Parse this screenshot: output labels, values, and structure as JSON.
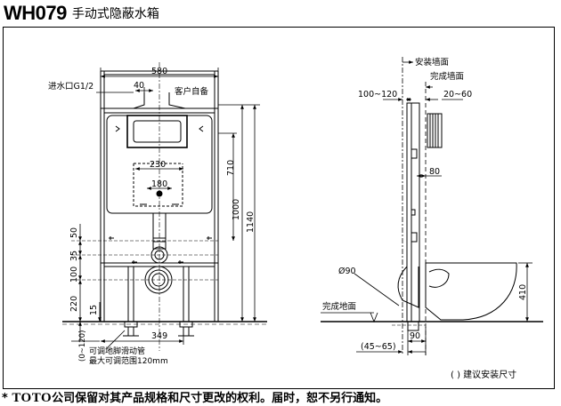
{
  "header": {
    "model": "WH079",
    "product_name": "手动式隐蔽水箱"
  },
  "front_view": {
    "dims": {
      "overall_width": "580",
      "inlet_offset": "40",
      "inlet_label": "进水口G1/2",
      "customer_supplied": "客户自备",
      "outlet_spacing": "230",
      "center_spacing": "180",
      "height_710": "710",
      "height_1000": "1000",
      "height_1140": "1140",
      "d50": "50",
      "d35": "35",
      "d100": "100",
      "d220": "220",
      "d15": "15",
      "d0_120": "(0~120)",
      "d349": "349"
    },
    "note_line1": "可调地脚滑动管",
    "note_line2": "最大可调范围120mm"
  },
  "side_view": {
    "dims": {
      "install_wall": "安装墙面",
      "finish_wall": "完成墙面",
      "d100_120": "100~120",
      "d20_60": "20~60",
      "d80": "80",
      "pipe_dia": "Ø90",
      "finish_floor": "完成地面",
      "d410": "410",
      "d45_65": "(45~65)",
      "d90": "90"
    },
    "bracket_note": "( ) 建议安装尺寸"
  },
  "footer": {
    "brand": "TOTO",
    "disclaimer": "公司保留对其产品规格和尺寸更改的权利。届时，恕不另行通知。"
  }
}
